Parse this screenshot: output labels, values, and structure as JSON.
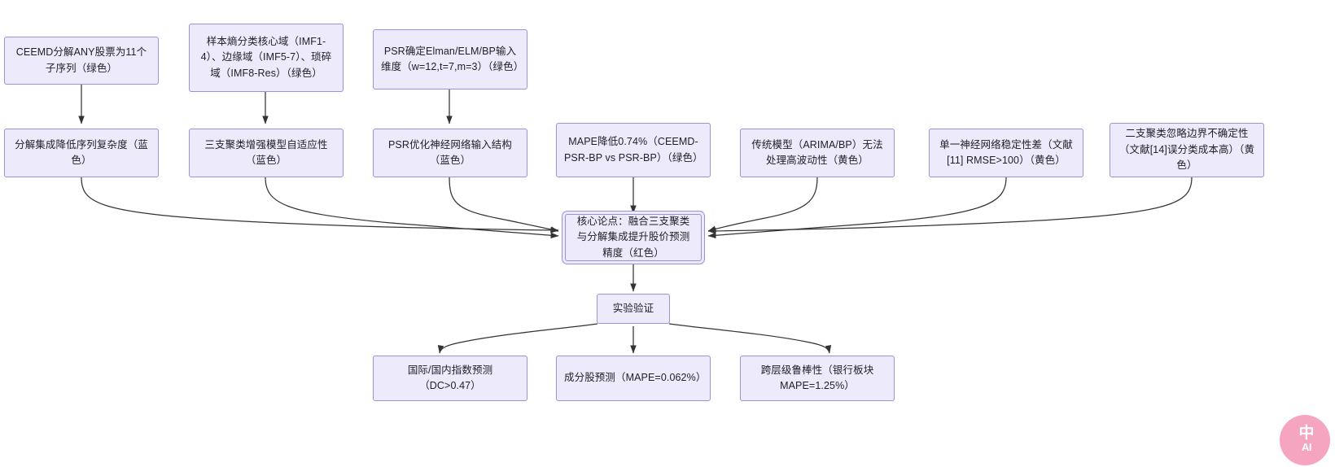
{
  "diagram": {
    "type": "flowchart",
    "direction": "bottom-up-convergent",
    "background": "#ffffff",
    "node_fill": "#ECEAFB",
    "node_stroke": "#9A91D8",
    "edge_color": "#333333",
    "rows": {
      "row1_label": "methods",
      "row2_label": "contributions",
      "row3_label": "core-claim",
      "row4_label": "validation",
      "row5_label": "experiments"
    },
    "nodes": [
      {
        "id": "m1",
        "text": "CEEMD分解ANY股票为11个子序列（绿色）",
        "row": 1
      },
      {
        "id": "m2",
        "text": "样本熵分类核心域（IMF1-4）、边缘域（IMF5-7）、琐碎域（IMF8-Res）（绿色）",
        "row": 1
      },
      {
        "id": "m3",
        "text": "PSR确定Elman/ELM/BP输入维度（w=12,t=7,m=3）（绿色）",
        "row": 1
      },
      {
        "id": "c1",
        "text": "分解集成降低序列复杂度（蓝色）",
        "row": 2
      },
      {
        "id": "c2",
        "text": "三支聚类增强模型自适应性（蓝色）",
        "row": 2
      },
      {
        "id": "c3",
        "text": "PSR优化神经网络输入结构（蓝色）",
        "row": 2
      },
      {
        "id": "c4",
        "text": "MAPE降低0.74%（CEEMD-PSR-BP vs PSR-BP）（绿色）",
        "row": 2
      },
      {
        "id": "g1",
        "text": "传统模型（ARIMA/BP）无法处理高波动性（黄色）",
        "row": 2
      },
      {
        "id": "g2",
        "text": "单一神经网络稳定性差（文献[11] RMSE>100）（黄色）",
        "row": 2
      },
      {
        "id": "g3",
        "text": "二支聚类忽略边界不确定性（文献[14]误分类成本高）（黄色）",
        "row": 2
      },
      {
        "id": "core",
        "text": "核心论点：融合三支聚类与分解集成提升股价预测精度（红色）",
        "row": 3
      },
      {
        "id": "val",
        "text": "实验验证",
        "row": 4
      },
      {
        "id": "e1",
        "text": "国际/国内指数预测（DC>0.47）",
        "row": 5
      },
      {
        "id": "e2",
        "text": "成分股预测（MAPE=0.062%）",
        "row": 5
      },
      {
        "id": "e3",
        "text": "跨层级鲁棒性（银行板块MAPE=1.25%）",
        "row": 5
      }
    ],
    "edges": [
      {
        "from": "m1",
        "to": "c1"
      },
      {
        "from": "m2",
        "to": "c2"
      },
      {
        "from": "m3",
        "to": "c3"
      },
      {
        "from": "c1",
        "to": "core"
      },
      {
        "from": "c2",
        "to": "core"
      },
      {
        "from": "c3",
        "to": "core"
      },
      {
        "from": "c4",
        "to": "core"
      },
      {
        "from": "g1",
        "to": "core"
      },
      {
        "from": "g2",
        "to": "core"
      },
      {
        "from": "g3",
        "to": "core"
      },
      {
        "from": "core",
        "to": "val"
      },
      {
        "from": "val",
        "to": "e1"
      },
      {
        "from": "val",
        "to": "e2"
      },
      {
        "from": "val",
        "to": "e3"
      }
    ]
  },
  "watermark": {
    "main": "中",
    "sub": "AI",
    "color": "#F6A5C0"
  }
}
